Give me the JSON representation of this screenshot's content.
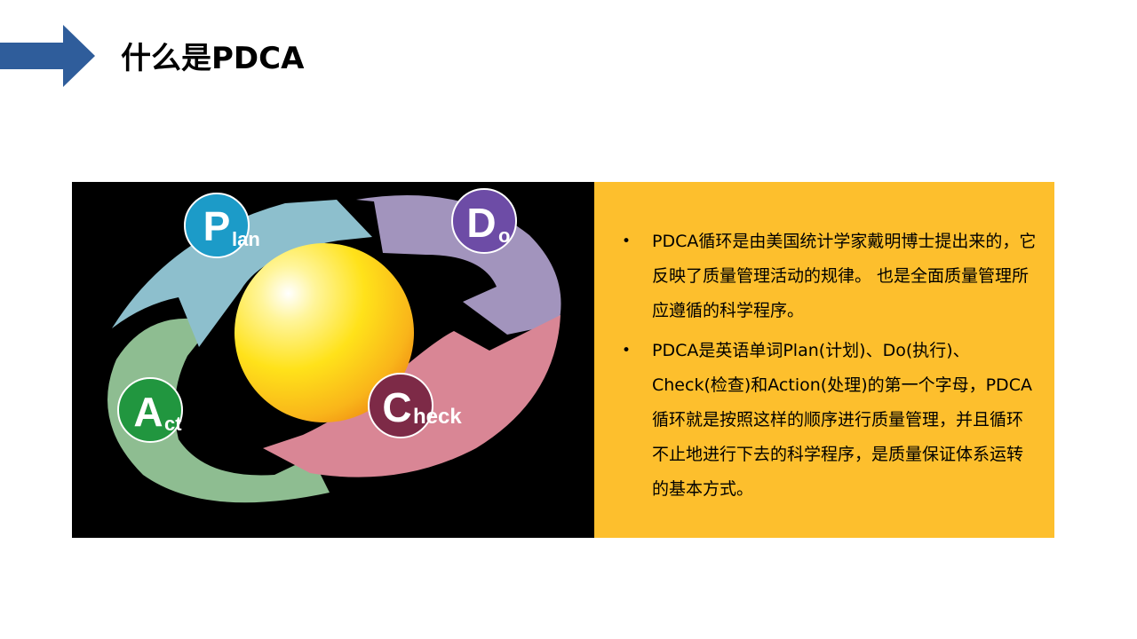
{
  "slide": {
    "title": "什么是PDCA",
    "accent_color": "#2f5d9b",
    "title_arrow_icon": "right-arrow-icon"
  },
  "diagram": {
    "segments": [
      {
        "initial": "P",
        "rest": "lan",
        "color": "#8dbfcd",
        "badge_color": "#1c9bc8"
      },
      {
        "initial": "D",
        "rest": "o",
        "color": "#a294bd",
        "badge_color": "#6d4ca6"
      },
      {
        "initial": "C",
        "rest": "heck",
        "color": "#d98695",
        "badge_color": "#7d2a47"
      },
      {
        "initial": "A",
        "rest": "ct",
        "color": "#8ebd91",
        "badge_color": "#21963f"
      }
    ]
  },
  "text_panel": {
    "background": "#fdbf2d",
    "bullets": [
      "PDCA循环是由美国统计学家戴明博士提出来的，它反映了质量管理活动的规律。 也是全面质量管理所应遵循的科学程序。",
      "PDCA是英语单词Plan(计划)、Do(执行)、Check(检查)和Action(处理)的第一个字母，PDCA循环就是按照这样的顺序进行质量管理，并且循环不止地进行下去的科学程序，是质量保证体系运转的基本方式。"
    ]
  }
}
